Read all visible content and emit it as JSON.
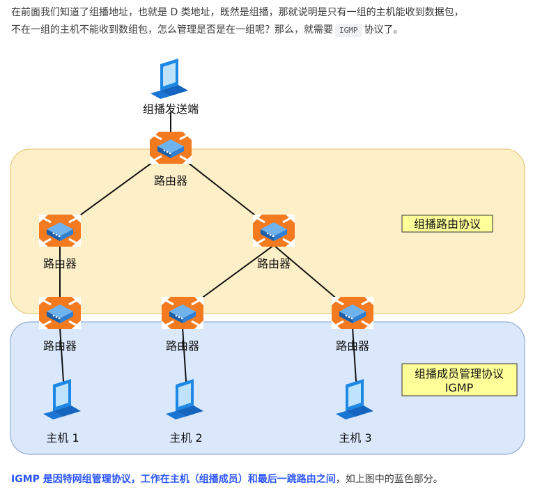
{
  "intro": {
    "line1": "在前面我们知道了组播地址，也就是 D 类地址，既然是组播，那就说明是只有一组的主机能收到数据包，",
    "line2_before": "不在一组的主机不能收到数组包，怎么管理是否是在一组呢？那么，就需要",
    "code": "IGMP",
    "line2_after": "协议了。"
  },
  "diagram": {
    "sender_label": "组播发送端",
    "router_label": "路由器",
    "routing_protocol_label": "组播路由协议",
    "membership_protocol_label": "组播成员管理协议",
    "membership_protocol_sub": "IGMP",
    "hosts": [
      "主机 1",
      "主机 2",
      "主机 3"
    ],
    "colors": {
      "upper_zone_fill": "#fdf0c8",
      "upper_zone_border": "#e8c97a",
      "lower_zone_fill": "#dbe8fb",
      "lower_zone_border": "#93acd6",
      "label_box_fill": "#ffff99",
      "router_orange": "#f47a20",
      "router_blue": "#2f7fd4",
      "host_blue": "#1e88e5"
    }
  },
  "outro": {
    "highlight": "IGMP 是因特网组管理协议，工作在主机（组播成员）和最后一跳路由之间",
    "rest": "，如上图中的蓝色部分。"
  }
}
